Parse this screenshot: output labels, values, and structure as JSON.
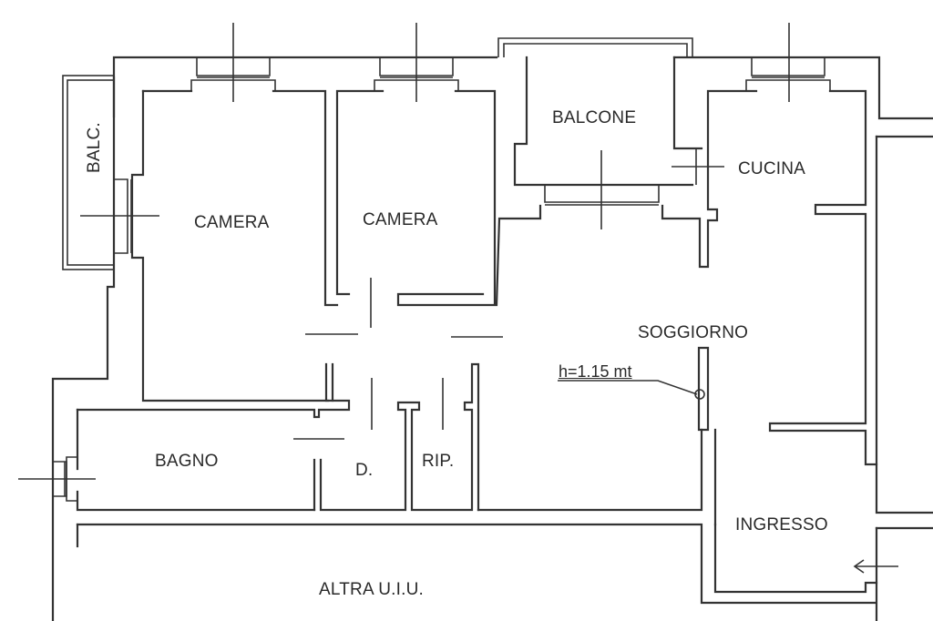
{
  "plan": {
    "title": "Floor plan",
    "rooms": {
      "balc_side": "BALC.",
      "camera_1": "CAMERA",
      "camera_2": "CAMERA",
      "balcone": "BALCONE",
      "cucina": "CUCINA",
      "soggiorno": "SOGGIORNO",
      "bagno": "BAGNO",
      "disimpegno": "D.",
      "ripostiglio": "RIP.",
      "ingresso": "INGRESSO",
      "altra_uiu": "ALTRA U.I.U."
    },
    "annotations": {
      "height_note": "h=1.15 mt"
    },
    "entrance_marker": "arrow-left"
  }
}
